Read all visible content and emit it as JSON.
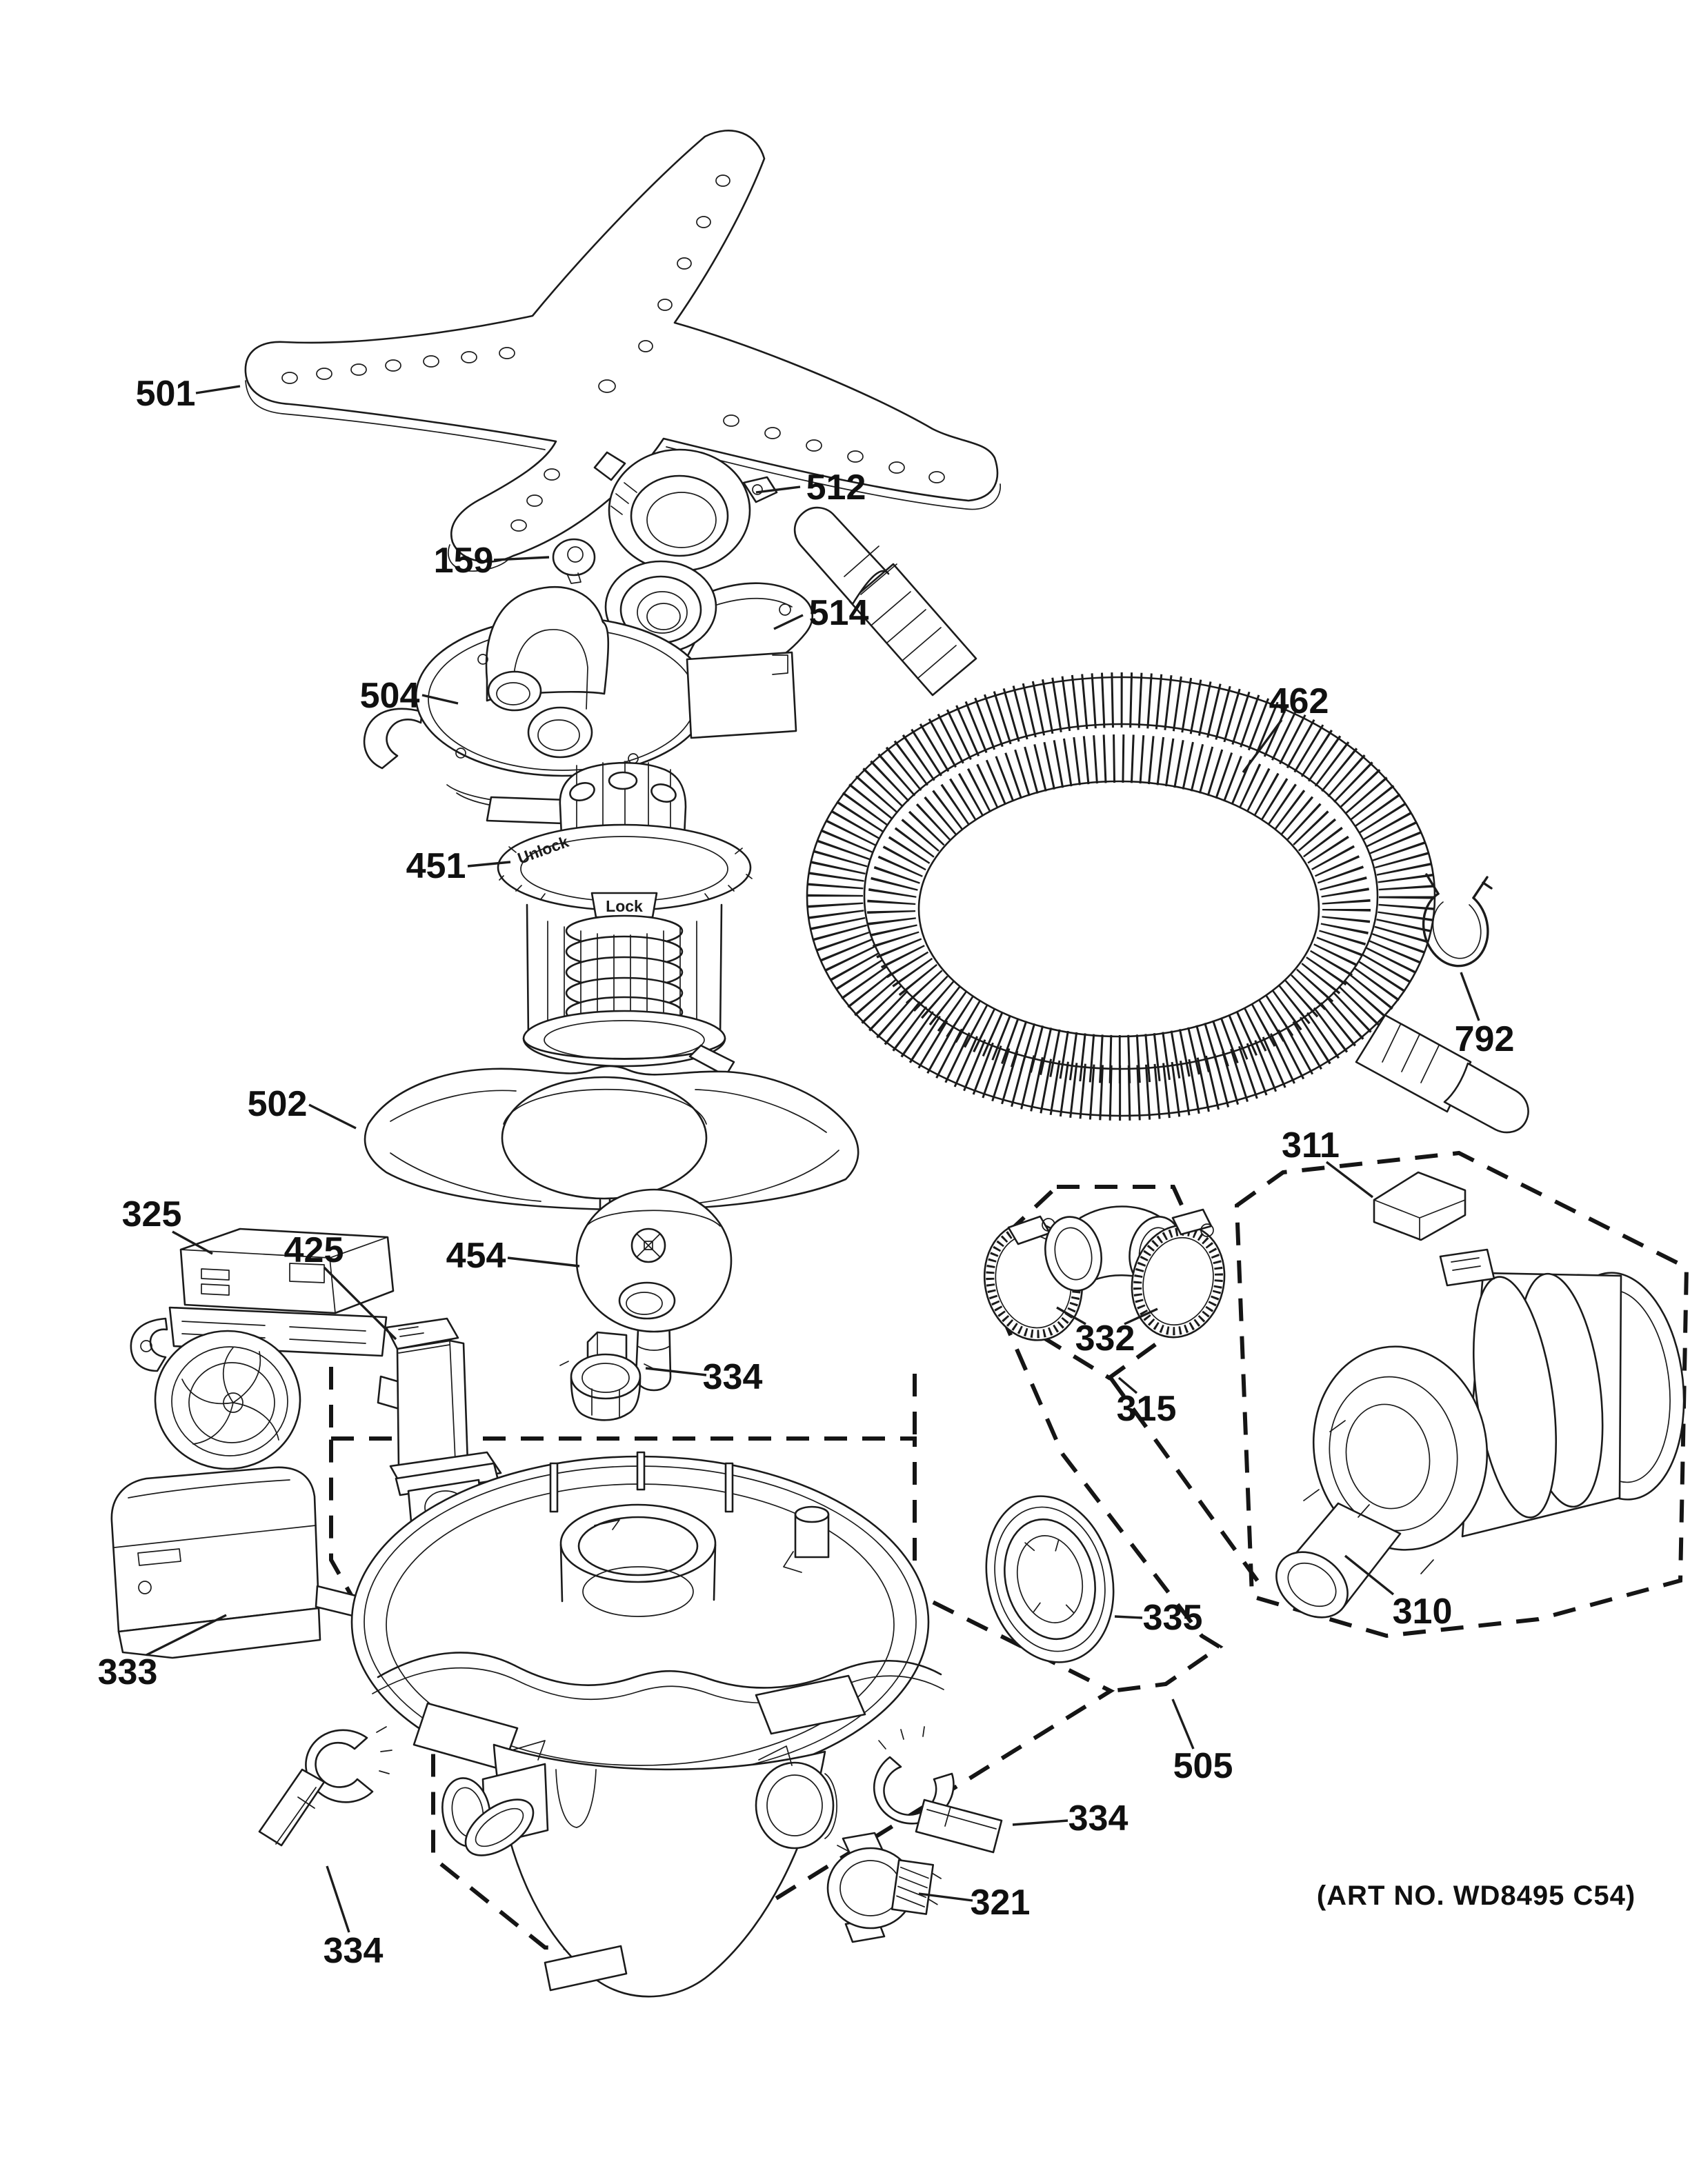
{
  "diagram": {
    "art_no": "(ART NO. WD8495 C54)",
    "background_color": "#ffffff",
    "ink_color": "#1b1b1b",
    "labels": {
      "501": "501",
      "512": "512",
      "159": "159",
      "514": "514",
      "504": "504",
      "451": "451",
      "462": "462",
      "792": "792",
      "502": "502",
      "311": "311",
      "325": "325",
      "425": "425",
      "454": "454",
      "334": "334",
      "332": "332",
      "315": "315",
      "335": "335",
      "310": "310",
      "333": "333",
      "505": "505",
      "321": "321"
    },
    "filter_markings": {
      "lock": "Lock",
      "unlock": "Unlock"
    }
  }
}
